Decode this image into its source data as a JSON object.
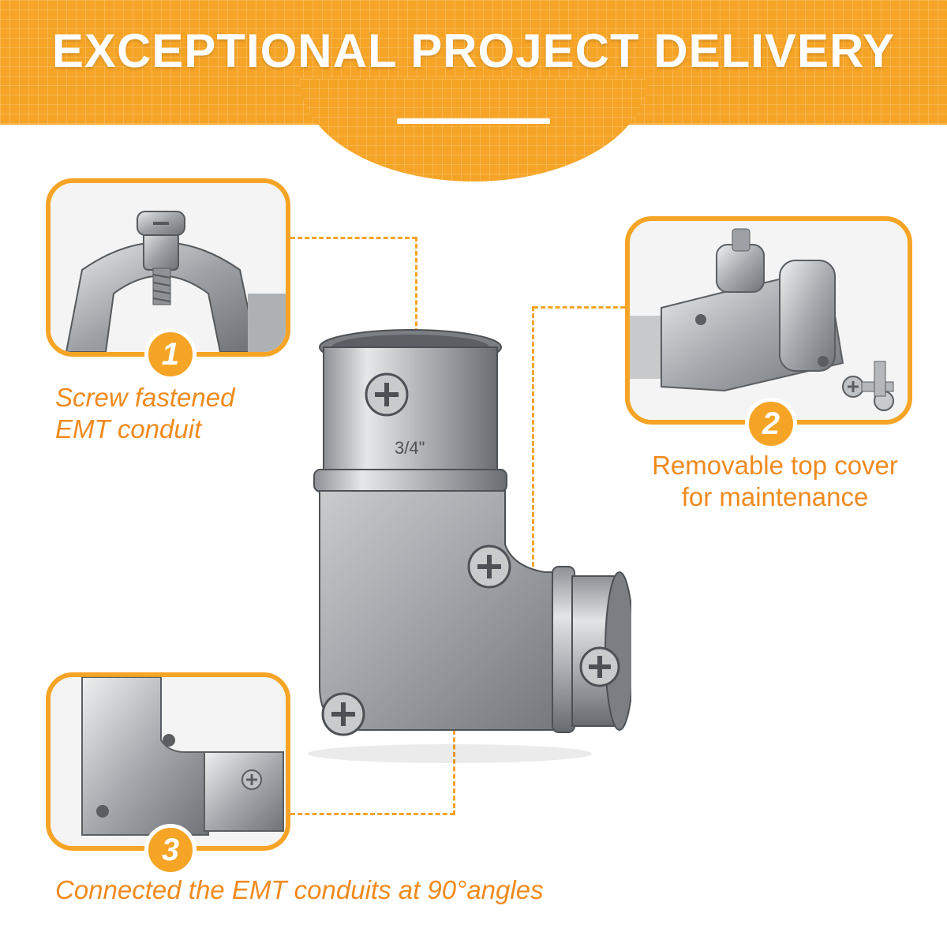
{
  "banner": {
    "title": "EXCEPTIONAL PROJECT DELIVERY"
  },
  "features": [
    {
      "number": "1",
      "caption_lines": [
        "Screw fastened",
        "EMT conduit"
      ]
    },
    {
      "number": "2",
      "caption_lines": [
        "Removable top cover",
        "for maintenance"
      ]
    },
    {
      "number": "3",
      "caption_lines": [
        "Connected the EMT conduits at 90°angles"
      ]
    }
  ],
  "product": {
    "size_marking": "3/4\""
  },
  "colors": {
    "accent": "#f6a426",
    "caption": "#f08a1d",
    "metal": "#b9bcc0"
  }
}
